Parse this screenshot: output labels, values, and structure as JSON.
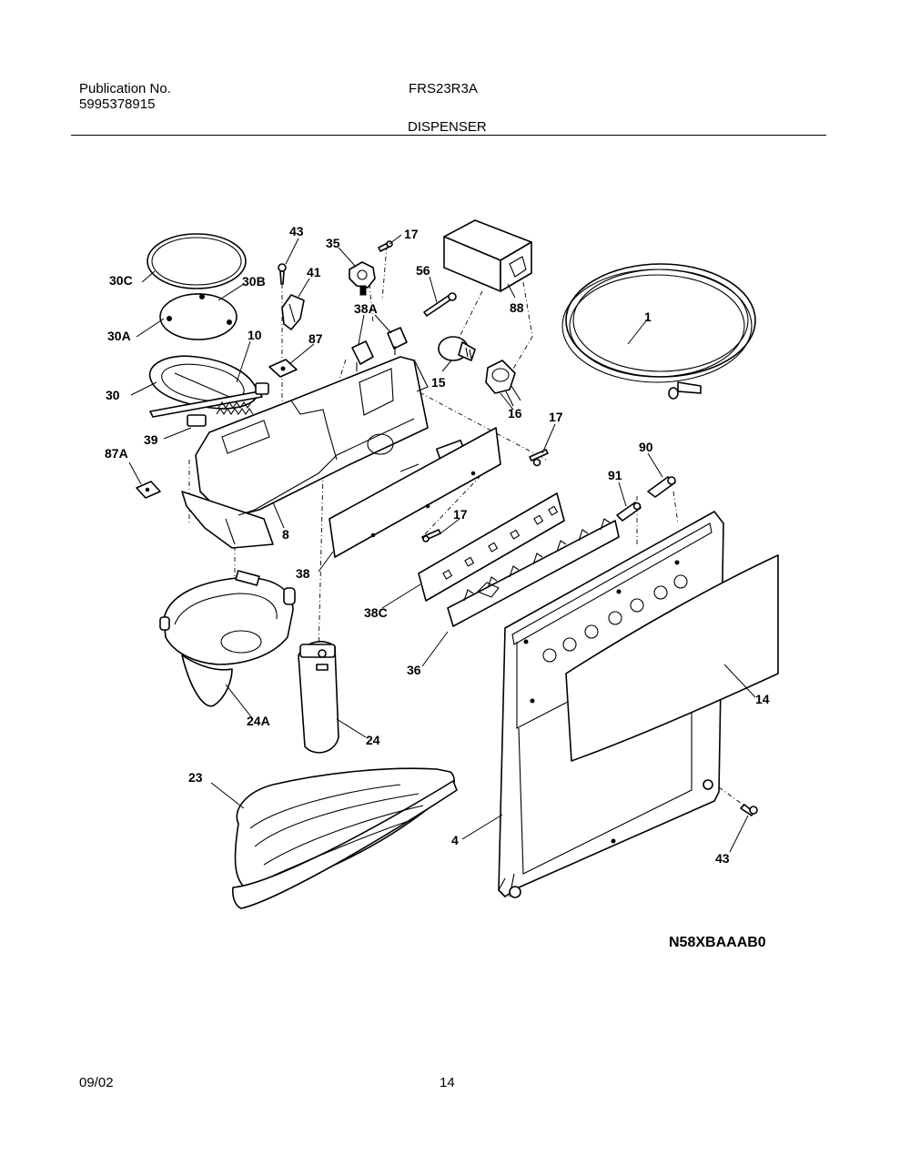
{
  "header": {
    "publication_label": "Publication No.",
    "publication_number": "5995378915",
    "model": "FRS23R3A",
    "section": "DISPENSER"
  },
  "diagram": {
    "code": "N58XBAAAB0",
    "callouts": {
      "c43a": "43",
      "c17a": "17",
      "c35": "35",
      "c30c": "30C",
      "c41": "41",
      "c30b": "30B",
      "c56": "56",
      "c88": "88",
      "c38a": "38A",
      "c1": "1",
      "c30a": "30A",
      "c10": "10",
      "c87": "87",
      "c15": "15",
      "c30": "30",
      "c16": "16",
      "c17b": "17",
      "c39": "39",
      "c87a": "87A",
      "c90": "90",
      "c91": "91",
      "c8": "8",
      "c17c": "17",
      "c38": "38",
      "c38c": "38C",
      "c36": "36",
      "c24a": "24A",
      "c24": "24",
      "c14": "14",
      "c23": "23",
      "c4": "4",
      "c43b": "43"
    }
  },
  "footer": {
    "date": "09/02",
    "page": "14"
  }
}
